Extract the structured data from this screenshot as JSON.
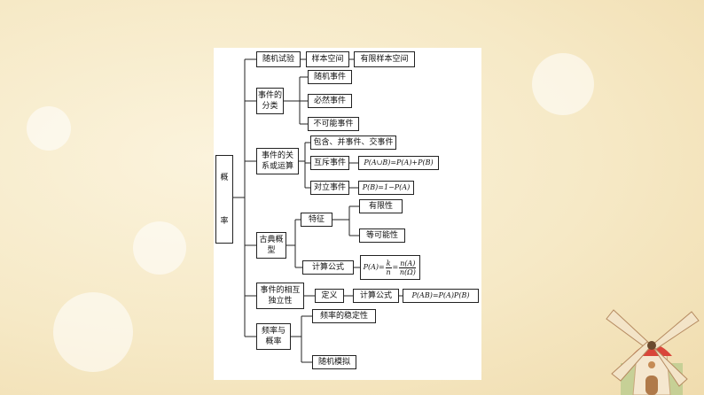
{
  "root": {
    "chars": [
      "概",
      "率"
    ]
  },
  "random_experiment": {
    "label": "随机试验",
    "sample_space": "样本空间",
    "finite_sample_space": "有限样本空间"
  },
  "event_classification": {
    "label": "事件的分类",
    "items": [
      "随机事件",
      "必然事件",
      "不可能事件"
    ]
  },
  "event_relations": {
    "label": "事件的关系或运算",
    "inclusion": "包含、并事件、交事件",
    "mutually_exclusive": "互斥事件",
    "mutually_exclusive_formula": "P(A∪B)=P(A)+P(B)",
    "complementary": "对立事件",
    "complementary_formula": "P(B)=1−P(A)"
  },
  "classical_model": {
    "label": "古典概型",
    "feature": "特征",
    "features": [
      "有限性",
      "等可能性"
    ],
    "formula_label": "计算公式",
    "formula": {
      "lhs": "P(A)=",
      "k": "k",
      "n": "n",
      "eq": "=",
      "nA": "n(A)",
      "nOmega": "n(Ω)"
    }
  },
  "independence": {
    "label": "事件的相互独立性",
    "definition": "定义",
    "formula_label": "计算公式",
    "formula": "P(AB)=P(A)P(B)"
  },
  "frequency": {
    "label": "频率与概率",
    "stability": "频率的稳定性",
    "simulation": "随机模拟"
  }
}
